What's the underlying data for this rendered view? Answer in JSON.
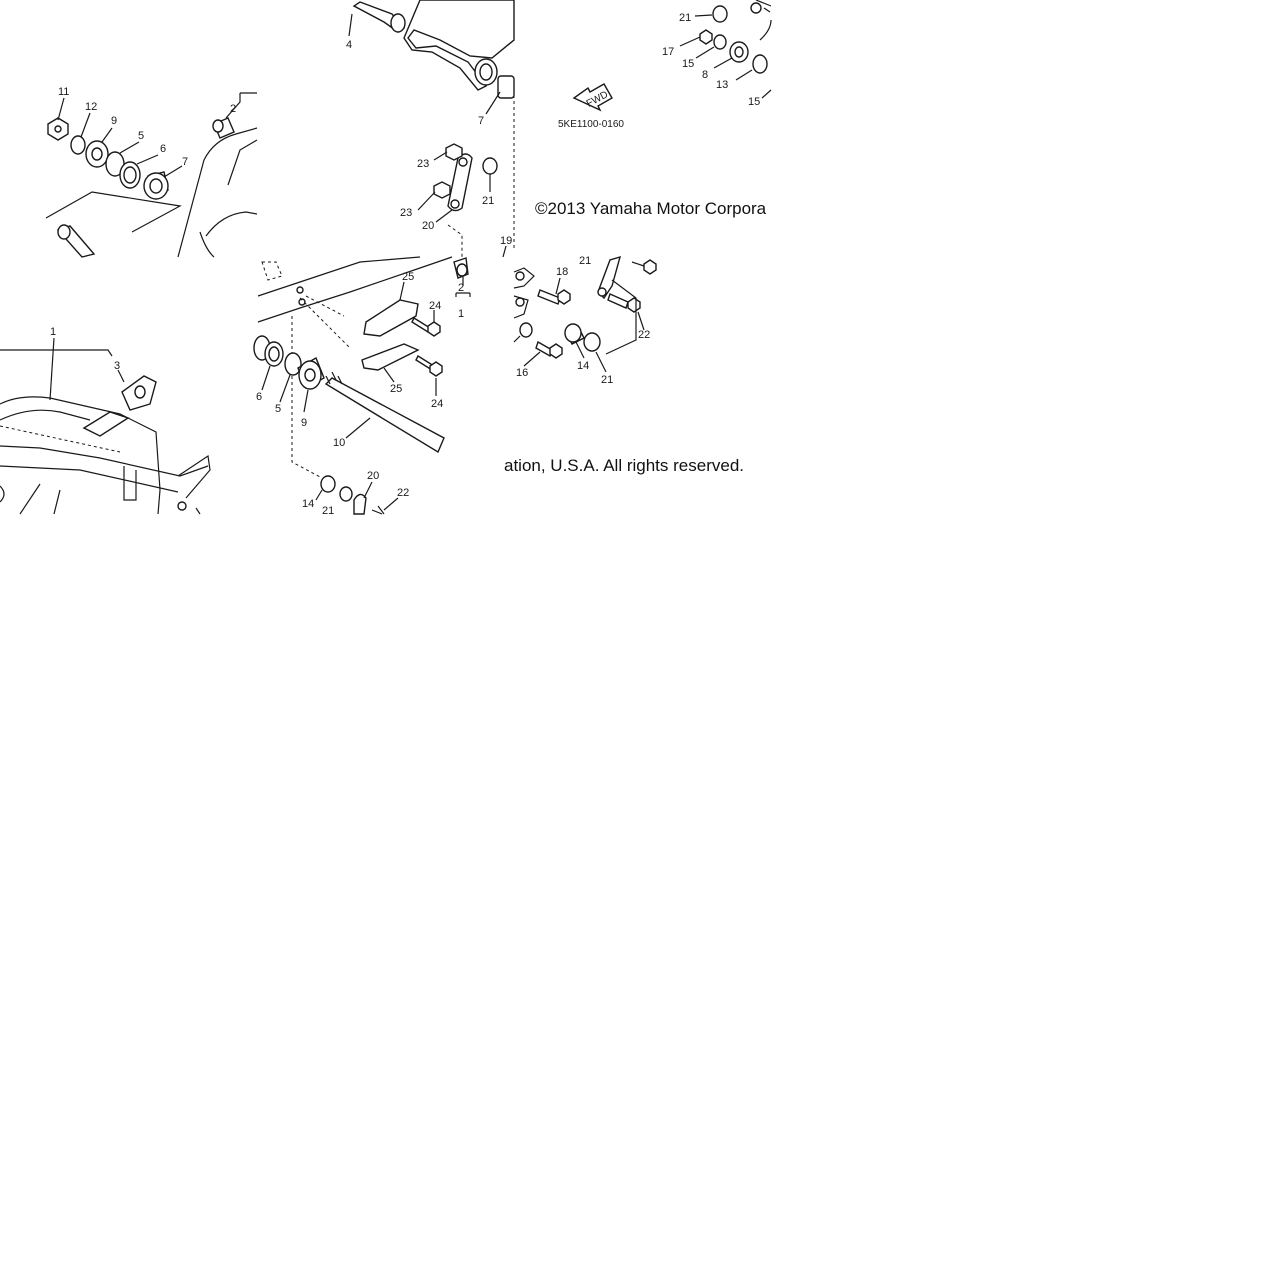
{
  "callouts": [
    {
      "n": "4"
    },
    {
      "n": "7"
    },
    {
      "n": "23"
    },
    {
      "n": "23"
    },
    {
      "n": "21"
    },
    {
      "n": "20"
    },
    {
      "n": "11"
    },
    {
      "n": "12"
    },
    {
      "n": "9"
    },
    {
      "n": "5"
    },
    {
      "n": "6"
    },
    {
      "n": "7"
    },
    {
      "n": "2"
    },
    {
      "n": "21"
    },
    {
      "n": "17"
    },
    {
      "n": "15"
    },
    {
      "n": "8"
    },
    {
      "n": "13"
    },
    {
      "n": "15"
    },
    {
      "n": "19"
    },
    {
      "n": "25"
    },
    {
      "n": "24"
    },
    {
      "n": "2"
    },
    {
      "n": "1"
    },
    {
      "n": "25"
    },
    {
      "n": "24"
    },
    {
      "n": "6"
    },
    {
      "n": "5"
    },
    {
      "n": "9"
    },
    {
      "n": "10"
    },
    {
      "n": "21"
    },
    {
      "n": "18"
    },
    {
      "n": "22"
    },
    {
      "n": "14"
    },
    {
      "n": "16"
    },
    {
      "n": "21"
    },
    {
      "n": "1"
    },
    {
      "n": "3"
    },
    {
      "n": "20"
    },
    {
      "n": "22"
    },
    {
      "n": "14"
    },
    {
      "n": "21"
    }
  ],
  "diagram_code": "5KE1100-0160",
  "fwd_label": "FWD",
  "copyright_line1": "©2013 Yamaha Motor Corpora",
  "copyright_line2": "ation, U.S.A. All rights reserved."
}
